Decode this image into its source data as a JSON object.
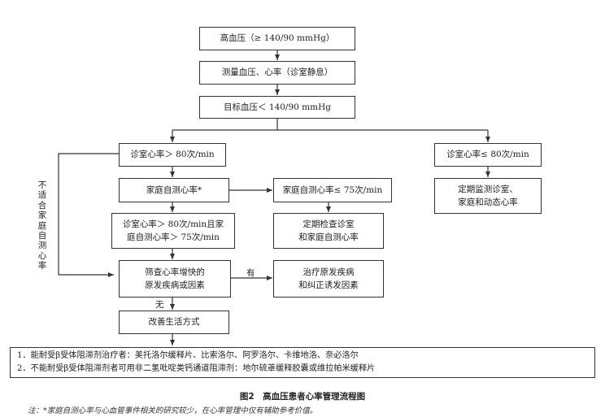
{
  "diagram": {
    "title": "高血压（≥ 140/90 mmHg）",
    "measure": "测量血压、心率（诊室静息）",
    "target": "目标血压＜ 140/90 mmHg",
    "clinic_high": "诊室心率＞ 80次/min",
    "clinic_low": "诊室心率≤ 80次/min",
    "home_hr": "家庭自测心率*",
    "home_low": "家庭自测心率≤ 75次/min",
    "both_high": "诊室心率＞ 80次/min且家\n庭自测心率＞ 75次/min",
    "regular_check": "定期检查诊室\n和家庭自测心率",
    "regular_monitor": "定期监测诊室、\n家庭和动态心率",
    "screen": "筛查心率增快的\n原发疾病或因素",
    "treat": "治疗原发疾病\n和纠正诱发因素",
    "lifestyle": "改善生活方式",
    "label_yes": "有",
    "label_no": "无",
    "side_label": "不适合家庭自测心率"
  },
  "notes": [
    "1．能耐受β受体阻滞剂治疗者：美托洛尔缓释片、比索洛尔、阿罗洛尔、卡维地洛、奈必洛尔",
    "2．不能耐受β受体阻滞剂者可用非二氢吡啶类钙通道阻滞剂：地尔硫䓬缓释胶囊或维拉帕米缓释片"
  ],
  "caption": "图2　高血压患者心率管理流程图",
  "footnote": "注：*家庭自测心率与心血管事件相关的研究较少，在心率管理中仅有辅助参考价值。"
}
